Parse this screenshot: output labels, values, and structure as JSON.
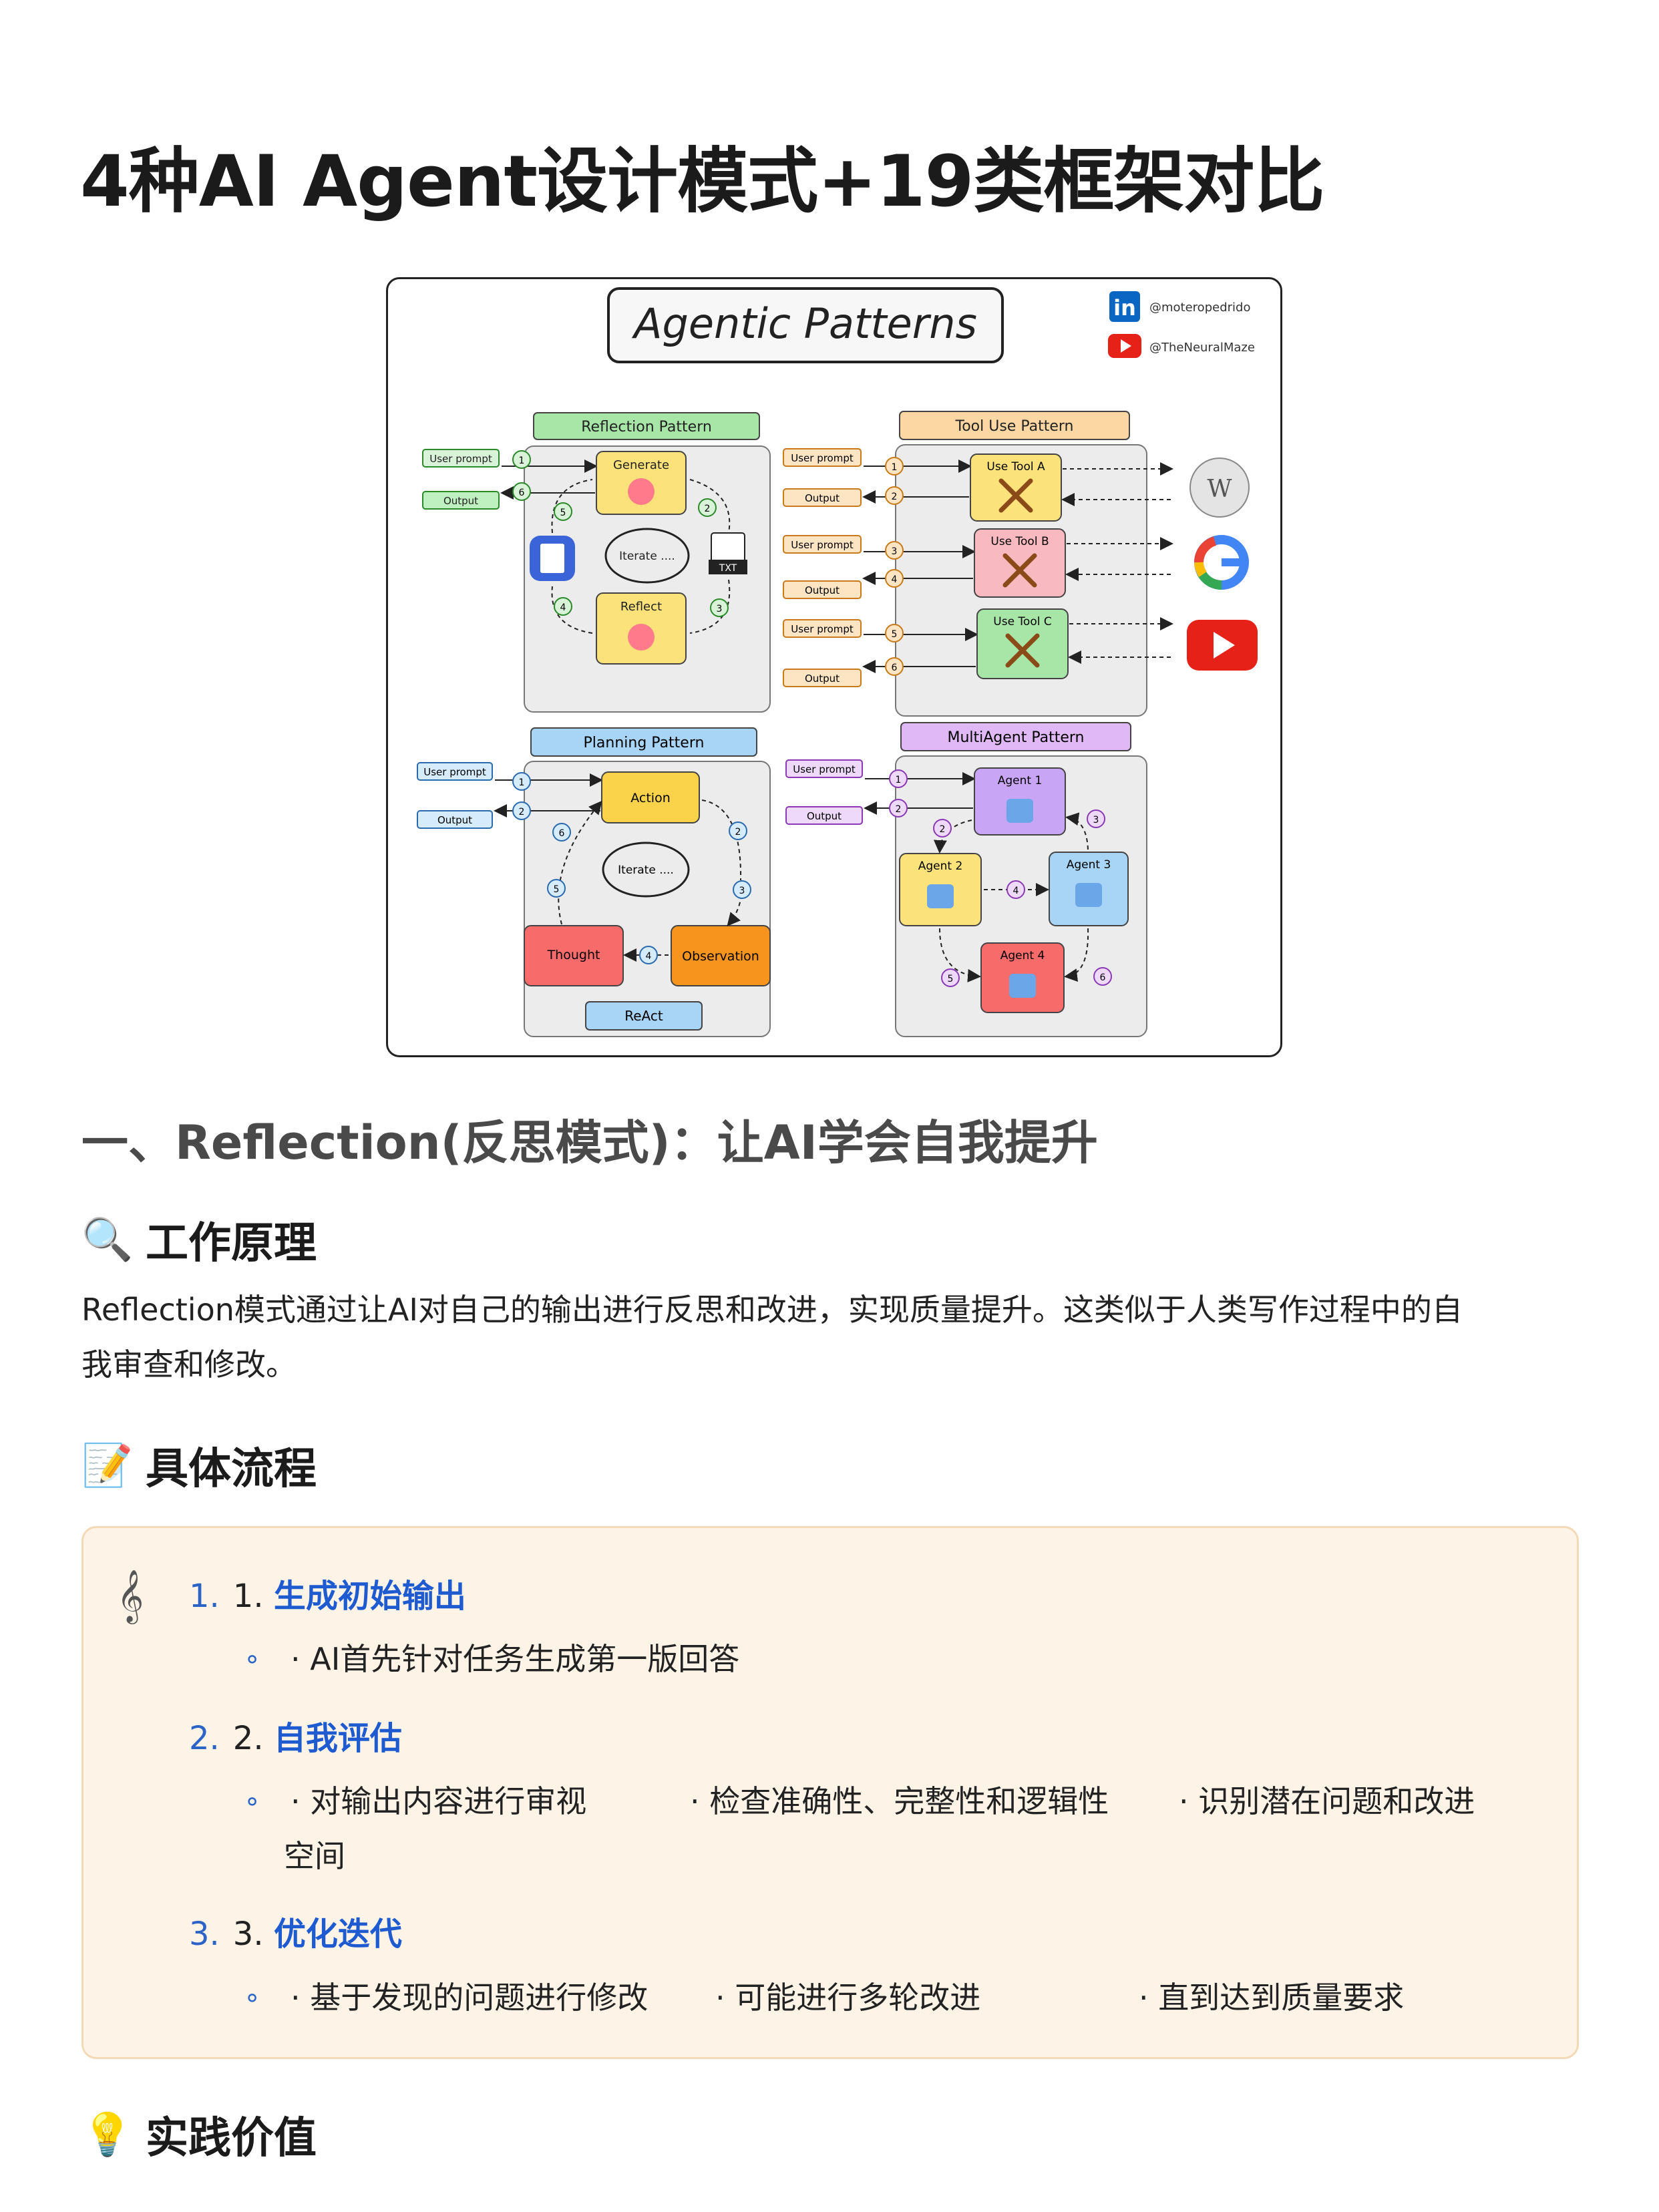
{
  "page": {
    "title": "4种AI Agent设计模式+19类框架对比"
  },
  "figure": {
    "title": "Agentic Patterns",
    "social": [
      "@moteropedrido",
      "@TheNeuralMaze"
    ],
    "reflection": {
      "title": "Reflection Pattern",
      "user_prompt": "User prompt",
      "output": "Output",
      "generate": "Generate",
      "iterate": "Iterate ....",
      "reflect": "Reflect",
      "txt": "TXT"
    },
    "tool_use": {
      "title": "Tool Use Pattern",
      "user_prompt": "User prompt",
      "output": "Output",
      "tool_a": "Use Tool A",
      "tool_b": "Use Tool B",
      "tool_c": "Use Tool C"
    },
    "planning": {
      "title": "Planning Pattern",
      "user_prompt": "User prompt",
      "output": "Output",
      "action": "Action",
      "iterate": "Iterate ....",
      "thought": "Thought",
      "observation": "Observation",
      "react": "ReAct"
    },
    "multiagent": {
      "title": "MultiAgent Pattern",
      "user_prompt": "User prompt",
      "output": "Output",
      "agent1": "Agent 1",
      "agent2": "Agent 2",
      "agent3": "Agent 3",
      "agent4": "Agent 4"
    },
    "nums": [
      "1",
      "2",
      "3",
      "4",
      "5",
      "6"
    ]
  },
  "section1": {
    "heading": "一、Reflection(反思模式)：让AI学会自我提升"
  },
  "principle": {
    "icon": "magnifier-icon",
    "heading": "工作原理",
    "line1": "Reflection模式通过让AI对自己的输出进行反思和改进，实现质量提升。这类似于人类写作过程中的自",
    "line2": "我审查和修改。"
  },
  "flow": {
    "icon": "memo-icon",
    "heading": "具体流程"
  },
  "callout": {
    "icon": "music-score-icon",
    "steps": [
      {
        "num": "1.",
        "prefix": "1.",
        "title": "生成初始输出",
        "bullets": [
          "· AI首先针对任务生成第一版回答"
        ]
      },
      {
        "num": "2.",
        "prefix": "2.",
        "title": "自我评估",
        "bullets": [
          "· 对输出内容进行审视",
          "· 检查准确性、完整性和逻辑性",
          "· 识别潜在问题和改进"
        ],
        "wrap": "空间"
      },
      {
        "num": "3.",
        "prefix": "3.",
        "title": "优化迭代",
        "bullets": [
          "· 基于发现的问题进行修改",
          "· 可能进行多轮改进",
          "· 直到达到质量要求"
        ]
      }
    ],
    "bullet_marker": "∘"
  },
  "value": {
    "icon": "light-bulb-icon",
    "heading": "实践价值"
  }
}
